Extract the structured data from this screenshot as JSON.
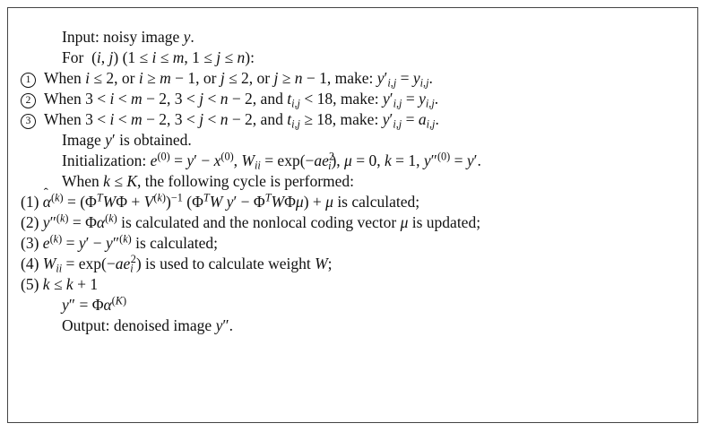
{
  "lines": {
    "input": "Input: noisy image",
    "for_prefix": "For",
    "step1_marker": "1",
    "step1_text": "When",
    "step2_marker": "2",
    "step2_text": "When",
    "step3_marker": "3",
    "step3_text": "When",
    "image_obtained": "is obtained.",
    "init_label": "Initialization:",
    "cycle": "the following cycle is performed:",
    "c1": "(1)",
    "c1_tail": "is calculated;",
    "c2": "(2)",
    "c2_tail": "is calculated and the nonlocal coding vector",
    "c2_end": "is updated;",
    "c3": "(3)",
    "c3_tail": "is calculated;",
    "c4": "(4)",
    "c4_tail": "is used to calculate weight",
    "c5": "(5)",
    "output": "Output: denoised image"
  }
}
